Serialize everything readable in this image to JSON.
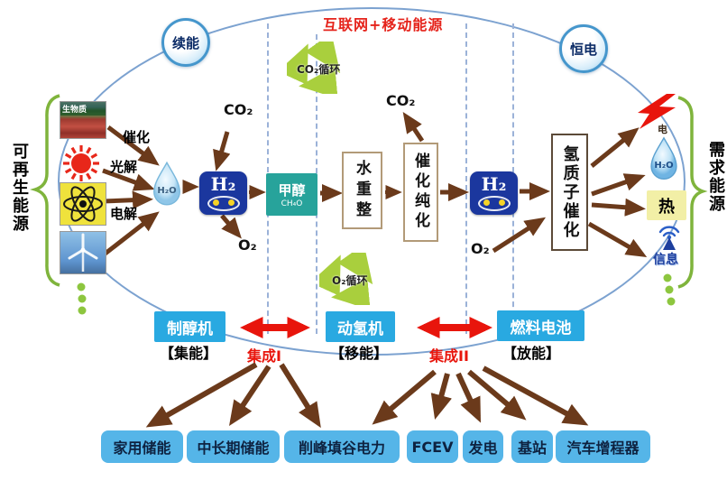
{
  "title": "互联网+移动能源",
  "bubbles": {
    "left": "续能",
    "right": "恒电"
  },
  "side_labels": {
    "renewable": "可再生能源",
    "demand": "需求能源"
  },
  "sources": {
    "biomass_label": "生物质"
  },
  "reaction_labels": {
    "catalysis": "催化",
    "photolysis": "光解",
    "electrolysis": "电解"
  },
  "molecules": {
    "h2": "H₂",
    "h2o": "H₂O",
    "co2": "CO₂",
    "o2": "O₂"
  },
  "cycles": {
    "co2_cycle": "CO₂循环",
    "o2_cycle": "O₂循环"
  },
  "process_boxes": {
    "methanol": "甲醇",
    "methanol_formula": "CH₄O",
    "water_reforming": "水重整",
    "catalytic_purification": "催化纯化",
    "proton_catalysis": "氢质子催化"
  },
  "outputs": {
    "electricity": "电",
    "heat": "热",
    "information": "信息"
  },
  "machines": [
    {
      "name": "制醇机",
      "tag": "【集能】"
    },
    {
      "name": "动氢机",
      "tag": "【移能】"
    },
    {
      "name": "燃料电池",
      "tag": "【放能】"
    }
  ],
  "integrations": {
    "i1": "集成I",
    "i2": "集成II"
  },
  "applications": [
    "家用储能",
    "中长期储能",
    "削峰填谷电力",
    "FCEV",
    "发电",
    "基站",
    "汽车增程器"
  ],
  "colors": {
    "machine_blue": "#29A9E1",
    "app_blue": "#55B5E8",
    "h2_navy": "#1B379E",
    "methanol_teal": "#27A39B",
    "arrow_brown": "#6B3A1B",
    "red": "#E8150C",
    "cycle_green": "#A9CF3D",
    "heat_yellow": "#F2EFA6",
    "ellipse_blue": "#7CA2D0"
  }
}
